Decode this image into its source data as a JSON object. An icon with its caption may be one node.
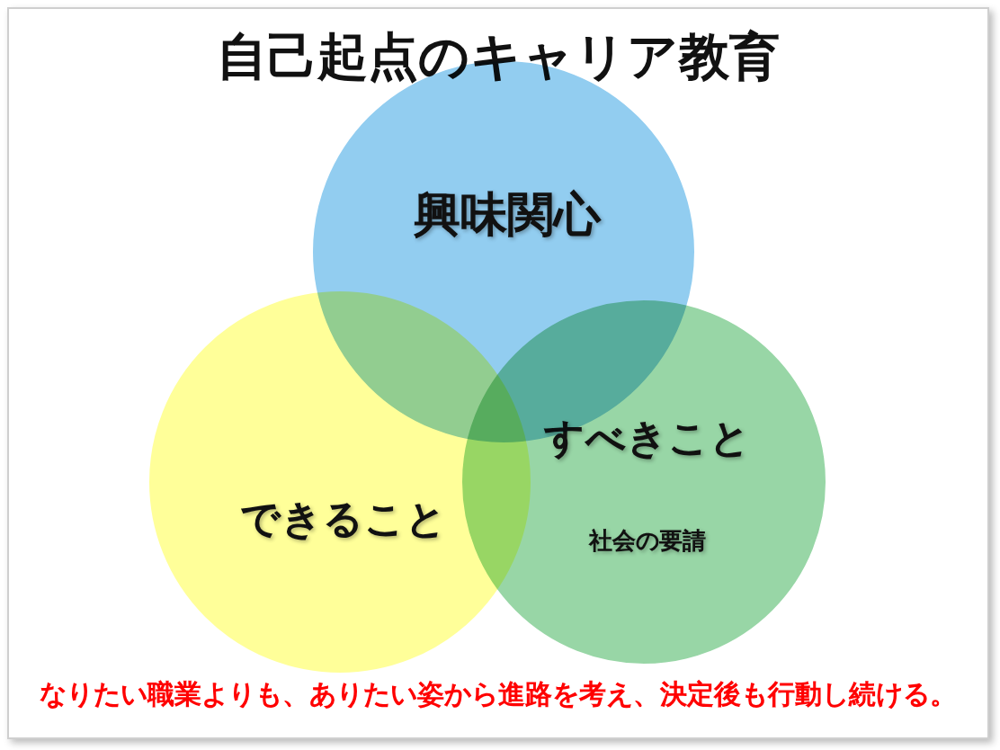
{
  "diagram": {
    "title": "自己起点のキャリア教育",
    "nodes": [
      {
        "text": [
          "興味関心"
        ]
      },
      {
        "text": [
          "できること"
        ]
      },
      {
        "text": [
          "すべきこと",
          "社会の要請"
        ]
      }
    ],
    "caption": "なりたい職業よりも、ありたい姿から進路を考え、決定後も行動し続ける。"
  }
}
